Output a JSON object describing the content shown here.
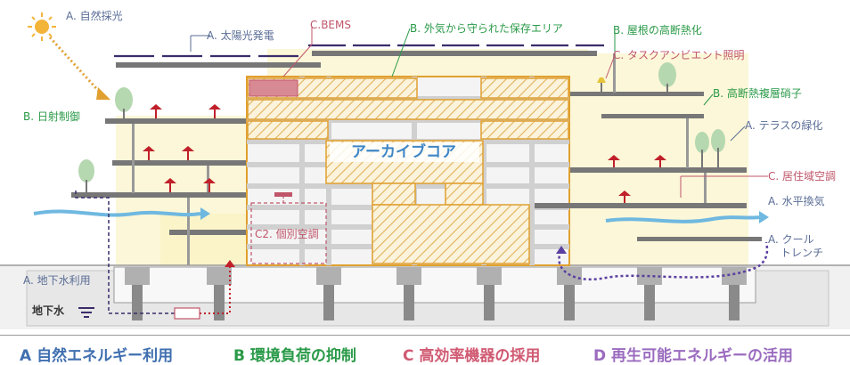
{
  "labels": {
    "natural_light": "A. 自然採光",
    "solar_power": "A. 太陽光発電",
    "bems": "C.BEMS",
    "protected_storage": "B. 外気から守られた保存エリア",
    "roof_insulation": "B. 屋根の高断熱化",
    "task_ambient": "C. タスクアンビエント照明",
    "sun_control": "B. 日射制御",
    "double_glazing": "B. 高断熱複層硝子",
    "terrace_greening": "A. テラスの緑化",
    "archive_core": "アーカイブコア",
    "zone_air": "C. 居住域空調",
    "horizontal_vent": "A. 水平換気",
    "individual_air": "C2. 個別空調",
    "cool_trench_1": "A. クール",
    "cool_trench_2": "トレンチ",
    "groundwater_use": "A. 地下水利用",
    "groundwater": "地下水"
  },
  "legend": [
    {
      "text": "A 自然エネルギー利用"
    },
    {
      "text": "B 環境負荷の抑制"
    },
    {
      "text": "C 高効率機器の採用"
    },
    {
      "text": "D 再生可能エネルギーの活用"
    }
  ],
  "colors": {
    "category_a": "#5a6d96",
    "category_b": "#2a9a48",
    "category_c": "#c0566b",
    "category_d": "#9a6bbf",
    "core_frame": "#e0a030",
    "airflow": "#6fb8e0",
    "slab": "#777777"
  }
}
